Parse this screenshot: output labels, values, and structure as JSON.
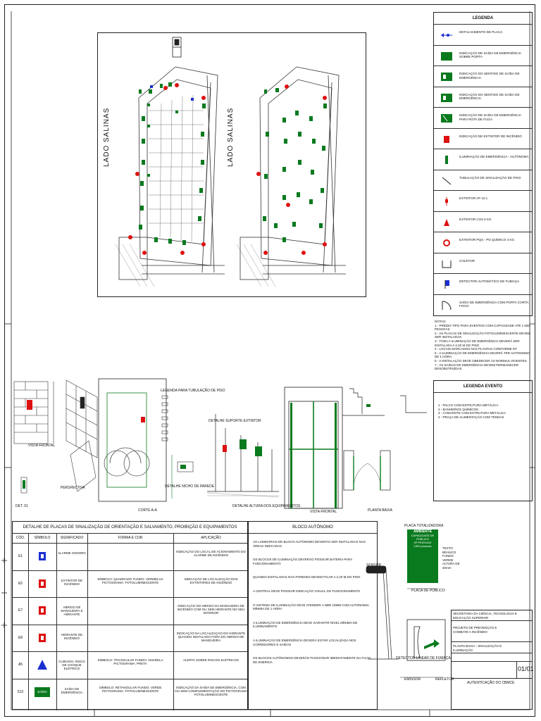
{
  "sheet": {
    "plan_label_left": "LADO SALINAS",
    "plan_label_right": "LADO SALINAS",
    "sheet_number": "01/01",
    "auth_label": "AUTENTICAÇÃO DO CBMCE"
  },
  "legend": {
    "title": "LEGENDA",
    "items": [
      {
        "icon": "arrow-plate-icon",
        "text": "DETALHAMENTO DE PLACA"
      },
      {
        "icon": "green-exit-plate-icon",
        "text": "INDICAÇÃO DE SAÍDA DE EMERGÊNCIA SOBRE PORTA"
      },
      {
        "icon": "green-arrow-plate-icon",
        "text": "INDICAÇÃO DO SENTIDO DE SAÍDA DE EMERGÊNCIA"
      },
      {
        "icon": "green-arrow-plate-icon",
        "text": "INDICAÇÃO DO SENTIDO DE SAÍDA DE EMERGÊNCIA"
      },
      {
        "icon": "green-door-plate-icon",
        "text": "INDICAÇÃO DE SAÍDA DE EMERGÊNCIA PARA ROTA DE FUGA"
      },
      {
        "icon": "red-square-icon",
        "text": "INDICAÇÃO DE EXTINTOR DE INCÊNDIO"
      },
      {
        "icon": "green-luminaire-icon",
        "text": "ILUMINAÇÃO DE EMERGÊNCIA - AUTÔNOMA"
      },
      {
        "icon": "diagonal-line-icon",
        "text": "TUBULAÇÃO DE SINALIZAÇÃO DE PISO"
      },
      {
        "icon": "red-extinguisher-icon",
        "text": "EXTINTOR AP 10 L"
      },
      {
        "icon": "red-triangle-icon",
        "text": "EXTINTOR CO2 6 KG"
      },
      {
        "icon": "red-circle-icon",
        "text": "EXTINTOR PQS - PÓ QUÍMICO 4 KG"
      },
      {
        "icon": "bracket-icon",
        "text": "COLETOR"
      },
      {
        "icon": "blue-flag-icon",
        "text": "DETECTOR AUTOMÁTICO DE FUMAÇA"
      },
      {
        "icon": "door-swing-icon",
        "text": "SAÍDA DE EMERGÊNCIA COM PORTA CORTA FOGO"
      }
    ]
  },
  "notes": {
    "title": "NOTAS:",
    "lines": [
      "1 - PRÉDIO TIPO PARA EVENTOS COM CAPACIDADE ATÉ 1 500 PESSOAS",
      "2 - AS PLACAS DE SINALIZAÇÃO FOTOLUMINESCENTE DEVEM SER INSTALADAS",
      "3 - TODA A ILUMINAÇÃO DE EMERGÊNCIA DEVERÁ SER INSTALADA A 2,20 M DO PISO",
      "4 - LOCAIS MARCADOS NAS PLANTAS CONFORME NT",
      "5 - A ILUMINAÇÃO DE EMERGÊNCIA DEVERÁ TER AUTONOMIA DE 1 HORA",
      "6 - A INSTALAÇÃO DEVE OBEDECER ÀS NORMAS VIGENTES",
      "7 - AS SAÍDAS DE EMERGÊNCIA DEVEM PERMANECER DESOBSTRUÍDAS"
    ]
  },
  "legend_evento": {
    "title": "LEGENDA EVENTO",
    "lines": [
      "1 - PALCO COM ESTRUTURA METÁLICA",
      "2 - BANHEIROS QUÍMICOS",
      "3 - CAMAROTE COM ESTRUTURA METÁLICA",
      "4 - PRAÇA DE ALIMENTAÇÃO COM TENDAS"
    ]
  },
  "signs_table": {
    "title": "DETALHE DE PLACAS DE SINALIZAÇÃO DE ORIENTAÇÃO E SALVAMENTO, PROIBIÇÃO E EQUIPAMENTOS",
    "headers": [
      "CÓD.",
      "SÍMBOLO",
      "SIGNIFICADO",
      "FORMA E COR",
      "APLICAÇÃO"
    ],
    "rows": [
      {
        "code": "E1",
        "meaning": "ALARME SONORO",
        "form": "",
        "application": "INDICAÇÃO DO LOCAL DE ACIONAMENTO DO ALARME DE INCÊNDIO"
      },
      {
        "code": "E5",
        "meaning": "EXTINTOR DE INCÊNDIO",
        "form": "SÍMBOLO: QUADRADO FUNDO: VERMELHA PICTOGRAMA: FOTOLUMINESCENTE",
        "application": "INDICAÇÃO DE LOCALIZAÇÃO DOS EXTINTORES DE INCÊNDIO"
      },
      {
        "code": "E7",
        "meaning": "ABRIGO DE MANGUEIRA E HIDRANTE",
        "form": "",
        "application": "INDICAÇÃO DO ABRIGO DA MANGUEIRA DE INCÊNDIO COM OU SEM HIDRANTE NO SEU INTERIOR"
      },
      {
        "code": "E8",
        "meaning": "HIDRANTE DE INCÊNDIO",
        "form": "",
        "application": "INDICAÇÃO DA LOCALIZAÇÃO DO HIDRANTE QUANDO INSTALADO FORA DO ABRIGO DE MANGUEIRA"
      },
      {
        "code": "A5",
        "meaning": "CUIDADO, RISCO DE CHOQUE ELÉTRICO",
        "form": "SÍMBOLO: TRIANGULAR FUNDO: AMARELA PICTOGRAMA: PRETA",
        "application": "ALERTA SOBRE RISCOS ELÉTRICOS"
      },
      {
        "code": "S12",
        "meaning": "SAÍDA DE EMERGÊNCIA",
        "form": "SÍMBOLO: RETANGULAR FUNDO: VERDE PICTOGRAMA: FOTOLUMINESCENTE",
        "application": "INDICAÇÃO DA SAÍDA DE EMERGÊNCIA, COM OU SEM COMPLEMENTAÇÃO DO PICTOGRAMA FOTOLUMINESCENTE"
      }
    ],
    "exit_sign_text": "SAÍDA"
  },
  "bloco": {
    "title": "BLOCO AUTÔNOMO",
    "lines": [
      "AS LUMINÁRIAS DE BLOCO AUTÔNOMO DEVERÃO SER INSTALADAS NAS ÁREAS INDICADAS",
      "OS BLOCOS DE ILUMINAÇÃO DEVERÃO POSSUIR BATERIA PARA FUNCIONAMENTO",
      "QUANDO INSTALADAS NAS PAREDES DEVEM FICAR A 2,20 M DO PISO",
      "A CENTRAL DEVE POSSUIR INDICAÇÃO VISUAL DO FUNCIONAMENTO",
      "O SISTEMA DE ILUMINAÇÃO DEVE ATENDER A NBR 10898 COM AUTONOMIA MÍNIMA DE 1 HORA",
      "A ILUMINAÇÃO DE EMERGÊNCIA DEVE GARANTIR NÍVEL MÍNIMO DE ILUMINAMENTO",
      "A ILUMINAÇÃO DE EMERGÊNCIA DEVERÁ ESTAR LOCALIZADA NOS CORREDORES E SAÍDAS",
      "OS BLOCOS AUTÔNOMOS DEVERÃO FUNCIONAR IMEDIATAMENTE NA FALTA DE ENERGIA"
    ],
    "sensor_label": "SENSOR",
    "detector_label": "DETECTOR LINEAR DE FUMAÇA",
    "emissor_label": "EMISSOR",
    "refletor_label": "REFLETOR"
  },
  "public_plate": {
    "top_label": "PLACA TOTALIZADORA",
    "title_line": "AMBIENTE",
    "lines": [
      "CAPACIDADE DE PÚBLICO",
      "Nº PESSOAS"
    ],
    "small_line": "1500 pessoas",
    "side_text": "TEXTO BRANCO FUNDO VERDE ALTURA DE 40mm",
    "caption": "PLACA DE PÚBLICO"
  },
  "details": {
    "legend_tub_title": "LEGENDA PARA TUBULAÇÃO DE PISO",
    "detail_a": "VISTA FRONTAL",
    "detail_b": "PERSPECTIVA",
    "detail_c": "DETALHE NICHO DE PAREDE",
    "detail_d": "DETALHE SUPORTE EXTINTOR",
    "detail_e": "DETALHE ALTURA DOS EQUIPAMENTOS",
    "detail_f": "VISTA FRONTAL",
    "detail_g": "PLANTA BAIXA",
    "detail_h": "CORTE A-A",
    "dim_label": "DET. 01"
  },
  "title_block": {
    "l1": "SECRETARIA DA CIÊNCIA, TECNOLOGIA E EDUCAÇÃO SUPERIOR",
    "l2": "PROJETO DE PREVENÇÃO E COMBATE A INCÊNDIO",
    "l3": "PLANTA BAIXA - SINALIZAÇÃO E ILUMINAÇÃO"
  }
}
